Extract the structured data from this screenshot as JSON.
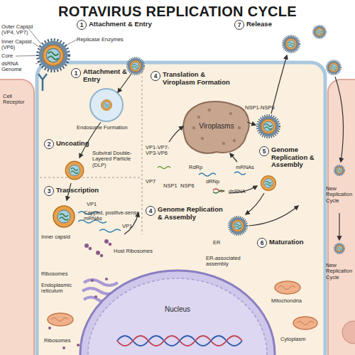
{
  "diagram": {
    "title": "ROTAVIRUS REPLICATION CYCLE",
    "nodes": [
      {
        "text": [
          "Viroplasms"
        ]
      },
      {
        "text": [
          "Nucleus"
        ]
      }
    ],
    "labels": [
      "Outer Capsid (VP4, VP7)",
      "Inner Capsid (VP6)",
      "Core",
      "dsRNA Genome",
      "1",
      "Attachment & Entry",
      "Replicase Enzymes",
      "7",
      "Release",
      "Cell Receptor",
      "1",
      "Attachment & Entry",
      "Endosome Formation",
      "2",
      "Uncoating",
      "Subviral Double-Layered Particle (DLP)",
      "3",
      "Transcription",
      "VP1",
      "Capped, positive-sense mRNAs",
      "Inner capsid",
      "VP1",
      "Host Ribosomes",
      "4",
      "Translation & Viroplasm Formation",
      "NSP1-NSP6",
      "5",
      "Genome Replication & Assembly",
      "VP1-VP7-VP3-VP6",
      "VP7",
      "NSP1",
      "NSP6",
      "RdRp",
      "mRNAs",
      "dRNp",
      "dsRNA",
      "4",
      "Genome Replication & Assembly",
      "ER",
      "6",
      "Maturation",
      "ER-associated assembly",
      "New Replication Cycle",
      "New Replication Cycle",
      "Ribosomes",
      "Endoplasmic reticulum",
      "Ribosomes",
      "Mitochondria",
      "Cytoplasm"
    ]
  }
}
